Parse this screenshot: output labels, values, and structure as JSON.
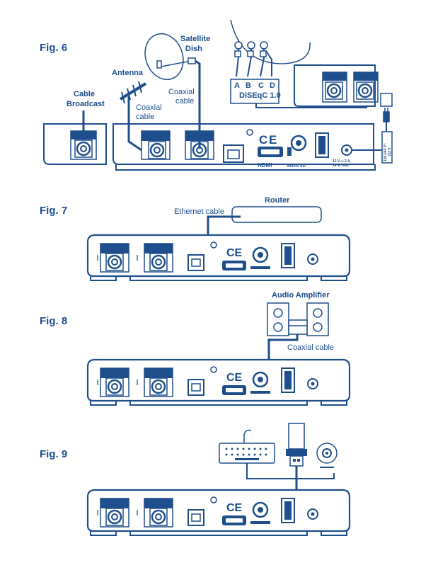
{
  "figures": {
    "fig6": "Fig. 6",
    "fig7": "Fig. 7",
    "fig8": "Fig. 8",
    "fig9": "Fig. 9"
  },
  "fig6": {
    "cable_broadcast": [
      "Cable",
      "Broadcast"
    ],
    "antenna": "Antenna",
    "satellite_dish": [
      "Satellite",
      "Dish"
    ],
    "coaxial_cable_1": [
      "Coaxial",
      "cable"
    ],
    "coaxial_cable_2": [
      "Coaxial",
      "cable"
    ],
    "diseqc_ports": [
      "A",
      "B",
      "C",
      "D"
    ],
    "diseqc_label": "DiSEqC 1.0",
    "power_label": [
      "100-240 V~",
      "/12 V"
    ]
  },
  "fig7": {
    "router": "Router",
    "ethernet_cable": "Ethernet cable"
  },
  "fig8": {
    "audio_amplifier": "Audio Amplifier",
    "coaxial_cable": "Coaxial cable"
  },
  "receiver": {
    "ce_mark": "CE",
    "hdmi": "HDMI",
    "micro_sd": "Micro SD",
    "power_rating": [
      "12 V ⎓ 2 A,",
      "24 W max."
    ]
  },
  "colors": {
    "primary": "#1f4e8c",
    "background": "#ffffff"
  }
}
